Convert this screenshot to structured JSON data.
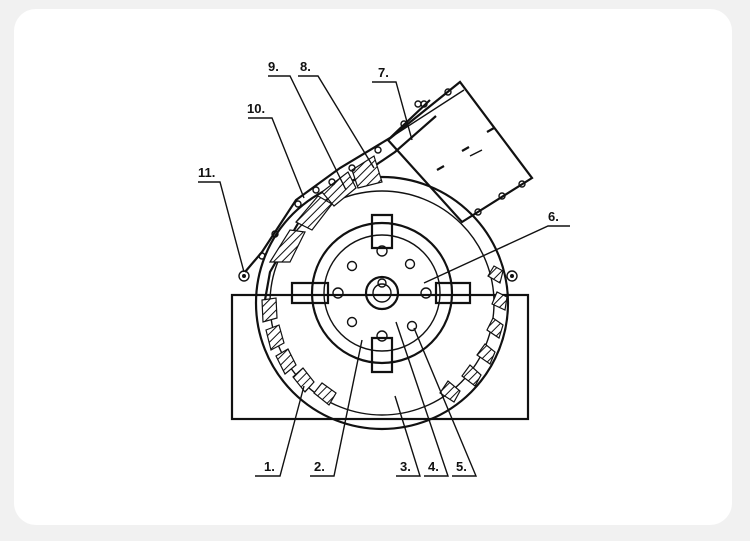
{
  "diagram": {
    "labels": [
      {
        "id": "1",
        "text": "1."
      },
      {
        "id": "2",
        "text": "2."
      },
      {
        "id": "3",
        "text": "3."
      },
      {
        "id": "4",
        "text": "4."
      },
      {
        "id": "5",
        "text": "5."
      },
      {
        "id": "6",
        "text": "6."
      },
      {
        "id": "7",
        "text": "7."
      },
      {
        "id": "8",
        "text": "8."
      },
      {
        "id": "9",
        "text": "9."
      },
      {
        "id": "10",
        "text": "10."
      },
      {
        "id": "11",
        "text": "11."
      }
    ],
    "colors": {
      "line": "#111111",
      "background": "#ffffff",
      "page": "#f1f1f1"
    }
  }
}
